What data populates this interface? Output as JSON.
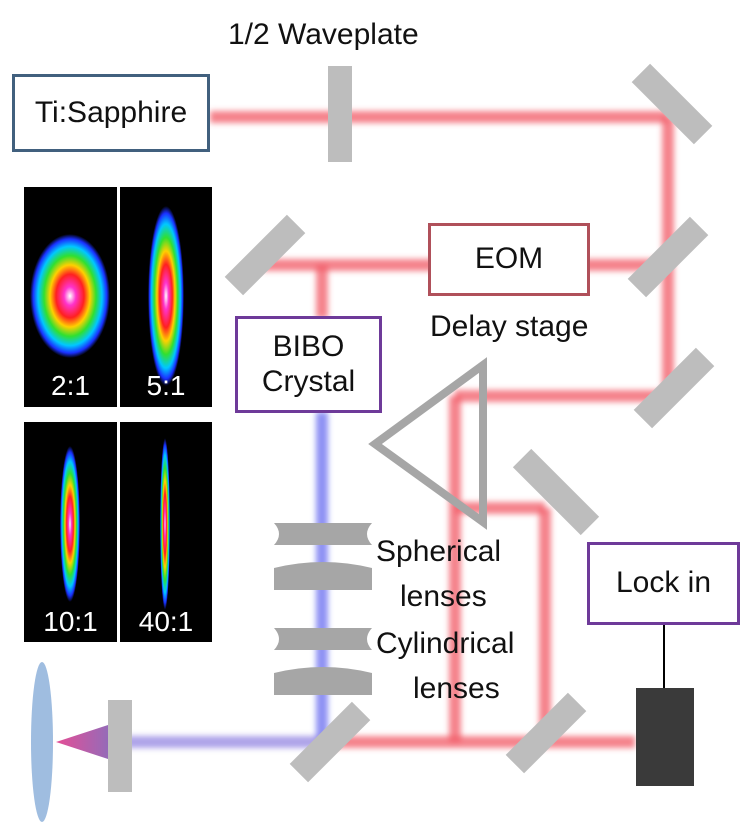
{
  "labels": {
    "waveplate": "1/2 Waveplate",
    "ti_sapphire": "Ti:Sapphire",
    "eom": "EOM",
    "delay_stage": "Delay stage",
    "bibo_line1": "BIBO",
    "bibo_line2": "Crystal",
    "spherical_line1": "Spherical",
    "spherical_line2": "lenses",
    "cylindrical_line1": "Cylindrical",
    "cylindrical_line2": "lenses",
    "lock_in": "Lock in"
  },
  "beam_profiles": [
    {
      "ratio": "2:1"
    },
    {
      "ratio": "5:1"
    },
    {
      "ratio": "10:1"
    },
    {
      "ratio": "40:1"
    }
  ],
  "colors": {
    "red_beam": "#f25a66",
    "blue_beam": "#6a6cf0",
    "mirror_gray": "#bdbdbd",
    "lens_gray": "#a6a6a6",
    "ti_border": "#41607e",
    "eom_border": "#b0505a",
    "purple_border": "#6e3a99",
    "detector": "#3a3a3a",
    "target_blue": "#9fbde0"
  }
}
